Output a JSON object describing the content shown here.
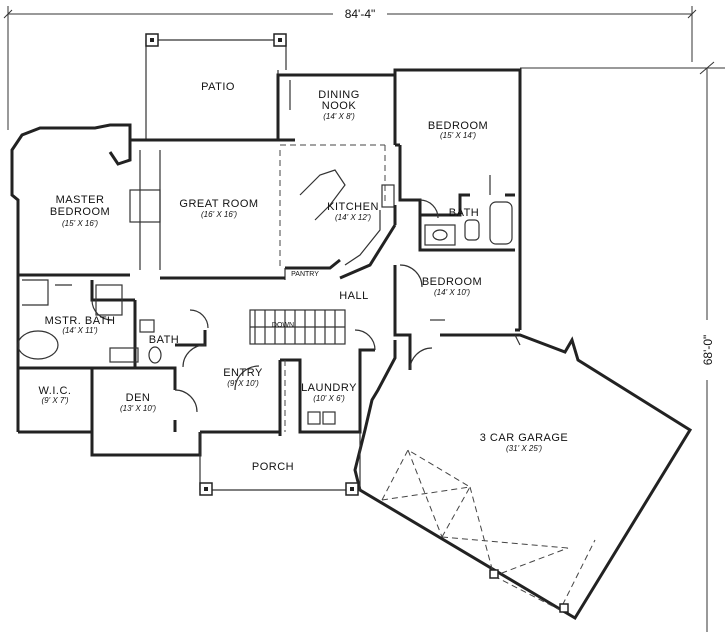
{
  "dimensions": {
    "width": "84'-4\"",
    "depth": "68'-0\""
  },
  "rooms": {
    "patio": {
      "name": "PATIO",
      "size": ""
    },
    "dining_nook": {
      "name": "DINING\nNOOK",
      "name_line1": "DINING",
      "name_line2": "NOOK",
      "size": "(14' X 8')"
    },
    "bedroom_top": {
      "name": "BEDROOM",
      "size": "(15' X 14')"
    },
    "master_bedroom": {
      "name_line1": "MASTER",
      "name_line2": "BEDROOM",
      "size": "(15' X 16')"
    },
    "great_room": {
      "name": "GREAT ROOM",
      "size": "(16' X 16')"
    },
    "kitchen": {
      "name": "KITCHEN",
      "size": "(14' X 12')"
    },
    "bath_right": {
      "name": "BATH",
      "size": ""
    },
    "pantry": {
      "name": "PANTRY",
      "size": ""
    },
    "hall": {
      "name": "HALL",
      "size": ""
    },
    "bedroom_mid": {
      "name": "BEDROOM",
      "size": "(14' X 10')"
    },
    "mstr_bath": {
      "name": "MSTR. BATH",
      "size": "(14' X 11')"
    },
    "bath_left": {
      "name": "BATH",
      "size": ""
    },
    "entry": {
      "name": "ENTRY",
      "size": "(9' X 10')"
    },
    "laundry": {
      "name": "LAUNDRY",
      "size": "(10' X 6')"
    },
    "wic": {
      "name": "W.I.C.",
      "size": "(9' X 7')"
    },
    "den": {
      "name": "DEN",
      "size": "(13' X 10')"
    },
    "garage": {
      "name": "3 CAR GARAGE",
      "size": "(31' X 25')"
    },
    "porch": {
      "name": "PORCH",
      "size": ""
    }
  },
  "labels": {
    "stairs": "DOWN"
  }
}
